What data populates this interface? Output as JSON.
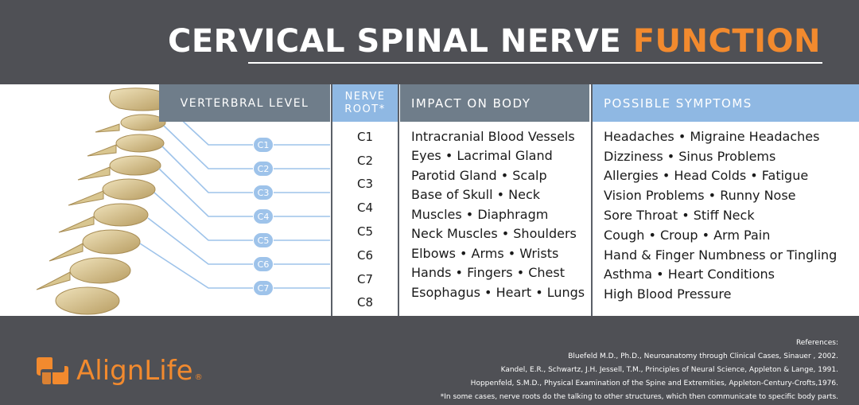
{
  "title": {
    "main": "CERVICAL SPINAL NERVE",
    "accent": "FUNCTION"
  },
  "columns": {
    "vertebral": "VERTERBRAL LEVEL",
    "root_line1": "NERVE",
    "root_line2": "ROOT*",
    "impact": "IMPACT ON BODY",
    "symptoms": "POSSIBLE SYMPTOMS"
  },
  "vertebrae": [
    "C1",
    "C2",
    "C3",
    "C4",
    "C5",
    "C6",
    "C7"
  ],
  "roots": [
    "C1",
    "C2",
    "C3",
    "C4",
    "C5",
    "C6",
    "C7",
    "C8"
  ],
  "impacts": [
    "Intracranial Blood Vessels",
    "Eyes • Lacrimal Gland",
    "Parotid Gland • Scalp",
    "Base of Skull • Neck",
    "Muscles • Diaphragm",
    "Neck Muscles • Shoulders",
    "Elbows • Arms • Wrists",
    "Hands • Fingers • Chest",
    "Esophagus • Heart • Lungs"
  ],
  "symptoms": [
    "Headaches • Migraine Headaches",
    "Dizziness • Sinus Problems",
    "Allergies • Head Colds • Fatigue",
    "Vision Problems • Runny Nose",
    "Sore Throat • Stiff Neck",
    "Cough • Croup • Arm Pain",
    "Hand & Finger Numbness or Tingling",
    "Asthma • Heart Conditions",
    "High Blood Pressure"
  ],
  "brand": {
    "name": "AlignLife",
    "reg": "®"
  },
  "references": {
    "heading": "References:",
    "items": [
      "Bluefeld M.D., Ph.D., Neuroanatomy through Clinical Cases, Sinauer , 2002.",
      "Kandel, E.R., Schwartz, J.H. Jessell, T.M., Principles of Neural Science, Appleton & Lange, 1991.",
      "Hoppenfeld, S.M.D., Physical Examination of the Spine and Extremities, Appleton-Century-Crofts,1976.",
      "*In some cases, nerve roots do the talking to other structures, which then communicate to specific body parts."
    ]
  },
  "colors": {
    "accent": "#f28a2e",
    "dark_bg": "#4f5055",
    "slate": "#6f7d8a",
    "light_blue": "#8fb8e3",
    "bone": "#e6d6aa"
  }
}
